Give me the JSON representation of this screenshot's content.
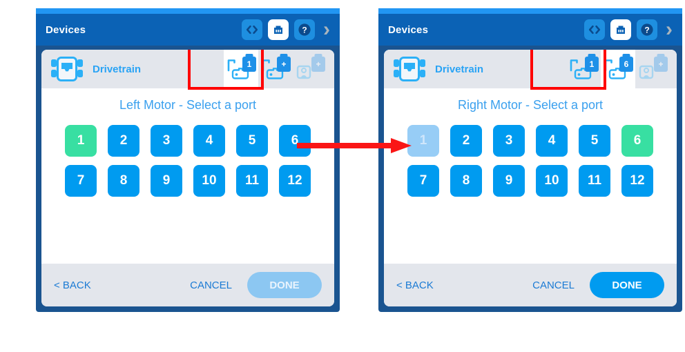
{
  "app": {
    "header_title": "Devices",
    "accent_blue": "#009bf0",
    "header_blue": "#0b62b5",
    "frame_navy": "#1a5490",
    "selected_green": "#38dfa2",
    "disabled_blue": "#97cdf6",
    "annotation_red": "#ff0000"
  },
  "toolbar": {
    "icons": [
      {
        "name": "code-icon",
        "glyph": "<>",
        "active": false
      },
      {
        "name": "device-port-icon",
        "glyph": "device",
        "active": true
      },
      {
        "name": "help-icon",
        "glyph": "?",
        "active": false
      }
    ],
    "chevron": "›"
  },
  "device": {
    "name": "Drivetrain",
    "icon": "drivetrain-icon"
  },
  "footer": {
    "back_label": "< BACK",
    "cancel_label": "CANCEL",
    "done_label": "DONE"
  },
  "ports": {
    "row1": [
      "1",
      "2",
      "3",
      "4",
      "5",
      "6"
    ],
    "row2": [
      "7",
      "8",
      "9",
      "10",
      "11",
      "12"
    ]
  },
  "panels": [
    {
      "id": "left",
      "prompt": "Left Motor - Select a port",
      "selected_port": "1",
      "disabled_port": null,
      "done_enabled": false,
      "chips": [
        {
          "badge": "1",
          "selected": true,
          "faded": false
        },
        {
          "badge": "+",
          "selected": false,
          "faded": false
        },
        {
          "badge": "+",
          "selected": false,
          "faded": true
        }
      ]
    },
    {
      "id": "right",
      "prompt": "Right Motor - Select a port",
      "selected_port": "6",
      "disabled_port": "1",
      "done_enabled": true,
      "chips": [
        {
          "badge": "1",
          "selected": false,
          "faded": false
        },
        {
          "badge": "6",
          "selected": true,
          "faded": false
        },
        {
          "badge": "+",
          "selected": false,
          "faded": true
        }
      ]
    }
  ],
  "annotation": {
    "arrow_name": "flow-arrow",
    "arrow_direction": "left-to-right",
    "highlight_boxes": 2
  }
}
